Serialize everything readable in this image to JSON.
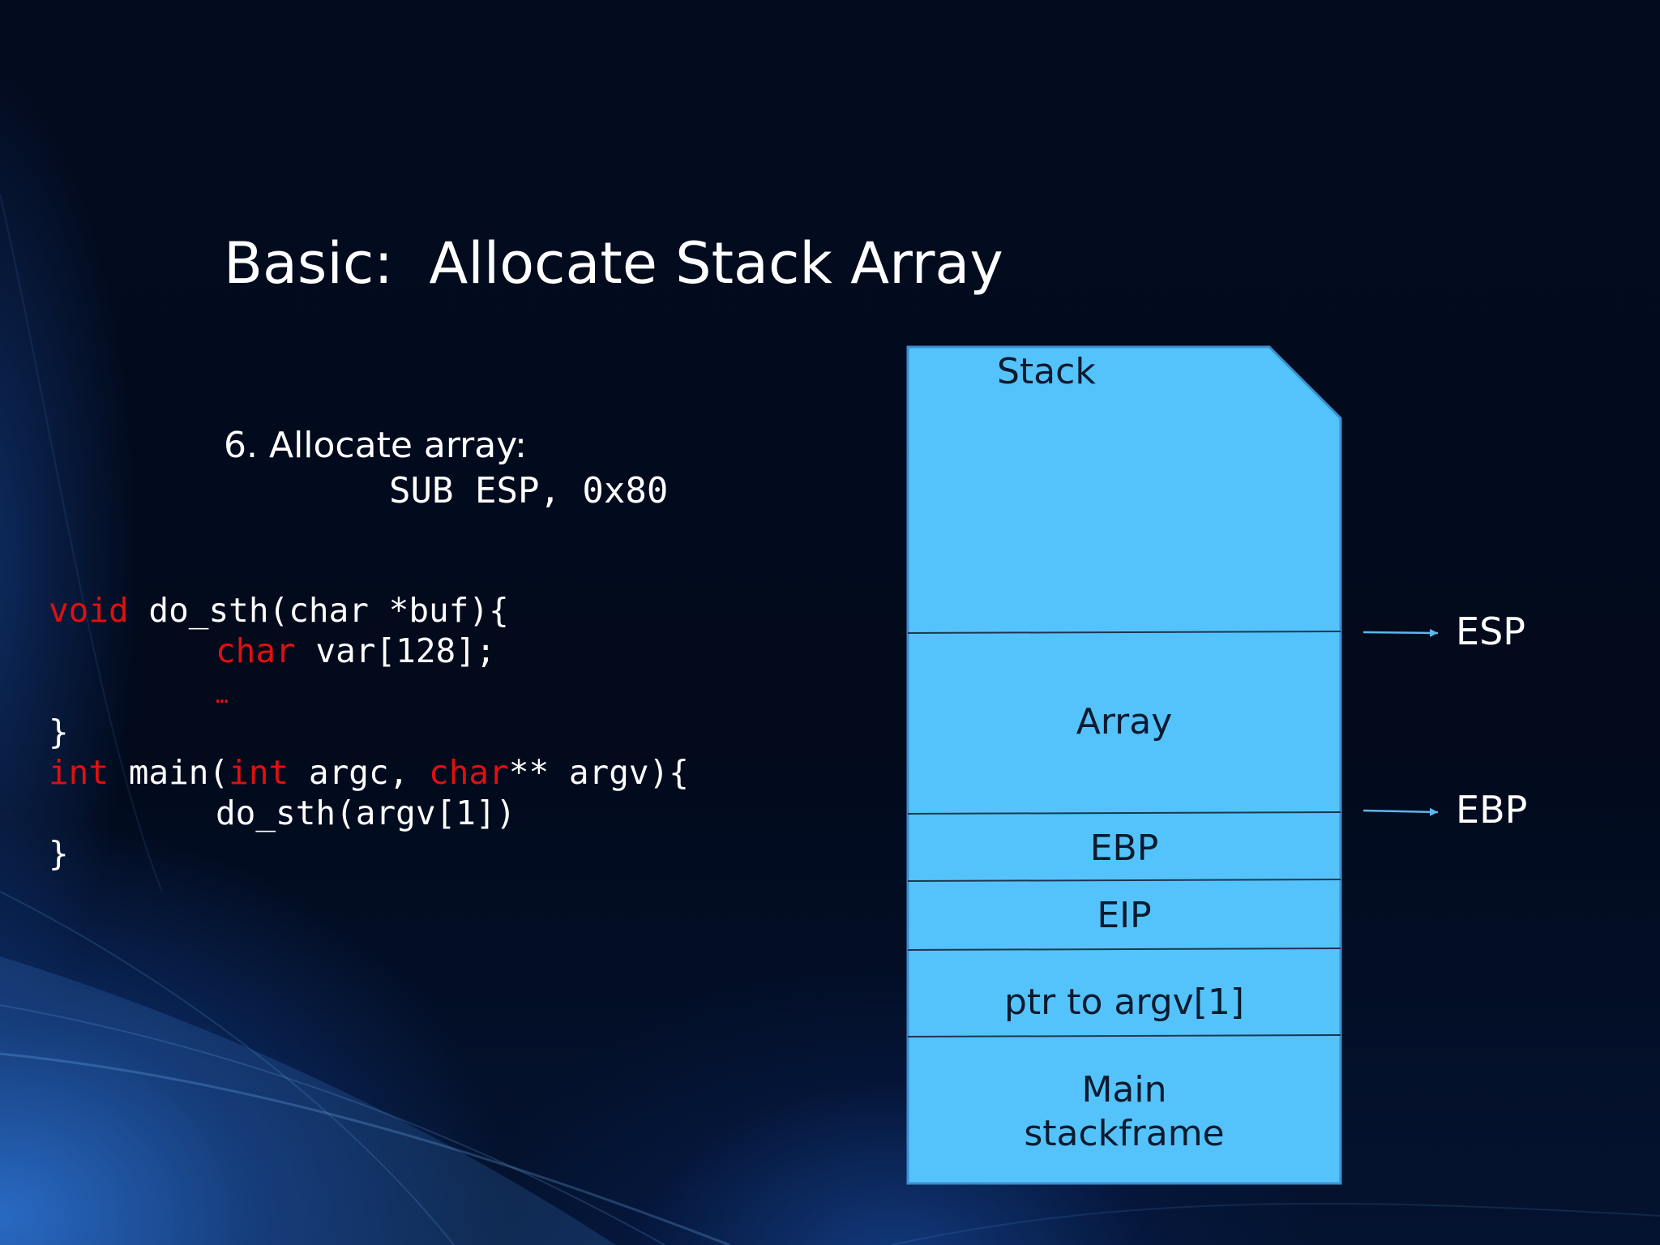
{
  "slide": {
    "title": "Basic:  Allocate Stack Array",
    "step_label": "6. Allocate array:",
    "step_instruction": "SUB ESP, 0x80"
  },
  "code": {
    "line1": {
      "kw": "void",
      "rest": " do_sth(char *buf){"
    },
    "line2": {
      "kw": "char",
      "rest": " var[128];"
    },
    "line3": {
      "text": "…"
    },
    "line4": {
      "text": "}"
    },
    "line5": {
      "kw1": "int",
      "mid1": " main(",
      "kw2": "int",
      "mid2": " argc, ",
      "kw3": "char",
      "rest": "** argv){"
    },
    "line6": {
      "text": "do_sth(argv[1])"
    },
    "line7": {
      "text": "}"
    }
  },
  "stack": {
    "title": "Stack",
    "sections": [
      {
        "id": "array",
        "label": "Array"
      },
      {
        "id": "ebp",
        "label": "EBP"
      },
      {
        "id": "eip",
        "label": "EIP"
      },
      {
        "id": "ptr",
        "label": "ptr to argv[1]"
      },
      {
        "id": "main",
        "label": "Main\nstackframe"
      }
    ],
    "fill_color": "#55c3fb",
    "border_color": "#3a8fd0",
    "pointers": [
      {
        "id": "esp",
        "label": "ESP"
      },
      {
        "id": "ebp",
        "label": "EBP"
      }
    ],
    "arrow_color": "#5ab8ee"
  },
  "colors": {
    "keyword": "#e01010",
    "text": "#ffffff"
  }
}
